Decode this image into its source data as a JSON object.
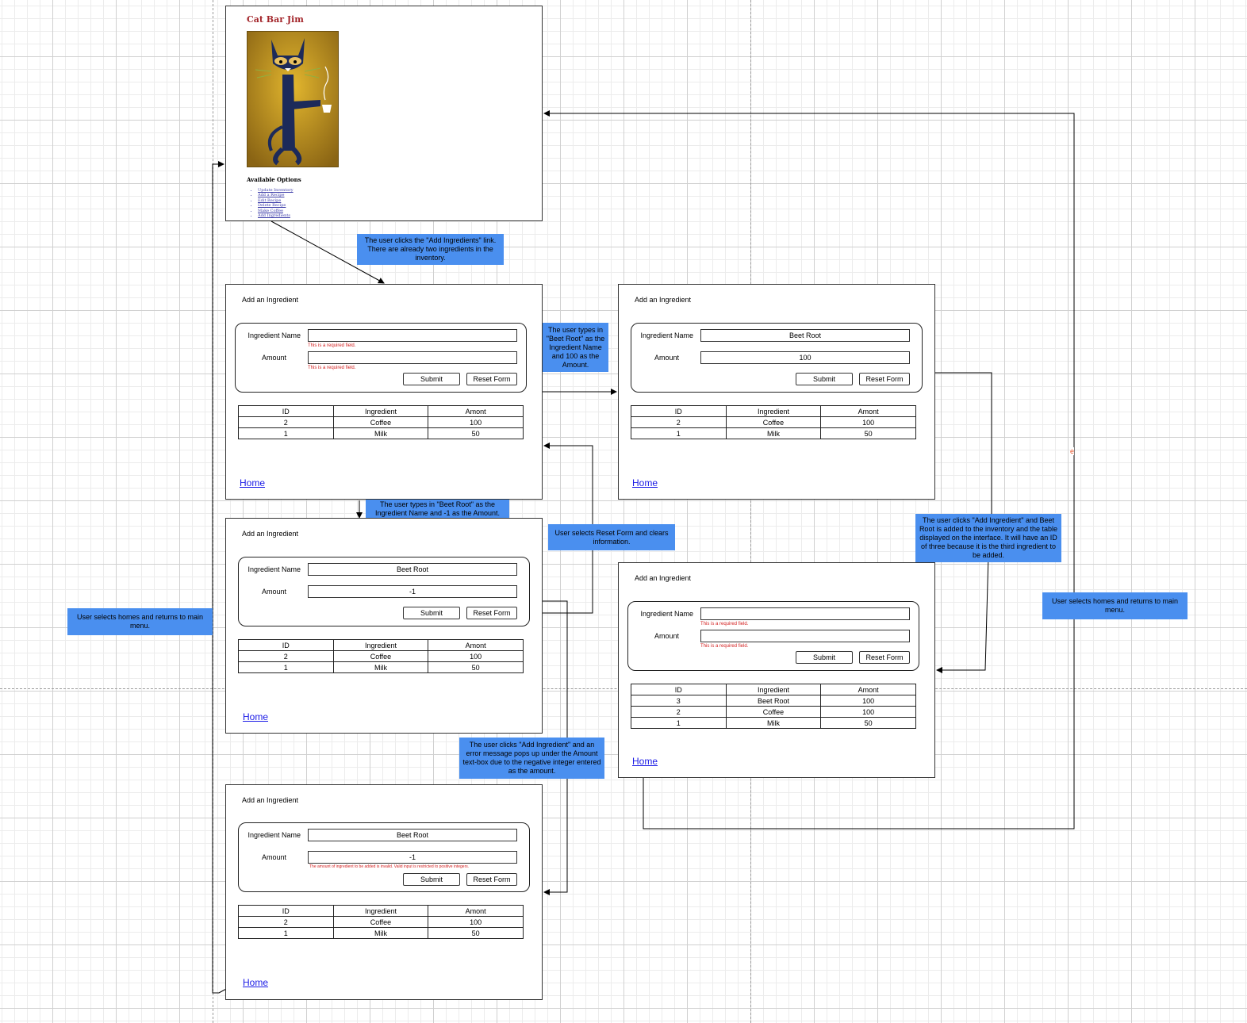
{
  "home_page": {
    "title": "Cat Bar Jim",
    "options_title": "Available Options",
    "options": [
      "Update Inventory",
      "Add a Recipe",
      "Edit Recipe",
      "Delete Recipe",
      "Make Coffee",
      "Add Ingredients"
    ]
  },
  "form_labels": {
    "title": "Add an Ingredient",
    "ingredient_name": "Ingredient Name",
    "amount": "Amount",
    "submit": "Submit",
    "reset": "Reset Form",
    "home": "Home",
    "required_error": "This is a required field.",
    "invalid_amount_error": "The amount of ingredient to be added is invalid. Valid input is restricted to positive integers."
  },
  "table_headers": [
    "ID",
    "Ingredient",
    "Amont"
  ],
  "screens": {
    "empty": {
      "name_value": "",
      "amount_value": ""
    },
    "filled": {
      "name_value": "Beet Root",
      "amount_value": "100"
    },
    "negative": {
      "name_value": "Beet Root",
      "amount_value": "-1"
    },
    "error": {
      "name_value": "Beet Root",
      "amount_value": "-1"
    },
    "added": {
      "name_value": "",
      "amount_value": ""
    }
  },
  "tables": {
    "initial": [
      [
        "2",
        "Coffee",
        "100"
      ],
      [
        "1",
        "Milk",
        "50"
      ]
    ],
    "after_add": [
      [
        "3",
        "Beet Root",
        "100"
      ],
      [
        "2",
        "Coffee",
        "100"
      ],
      [
        "1",
        "Milk",
        "50"
      ]
    ]
  },
  "notes": {
    "click_add": "The user clicks the  \"Add Ingredients\" link. There are already two ingredients in the inventory.",
    "types_100": "The user types in \"Beet Root\" as the Ingredient Name and 100 as the Amount.",
    "types_neg": "The user types in \"Beet Root\" as the Ingredient Name and -1 as the Amount.",
    "reset": "User selects Reset Form and clears information.",
    "added": "The user clicks \"Add Ingredient\" and Beet Root is added to the inventory and the table displayed on the interface. It will have an ID of three because it is the third ingredient to be added.",
    "home_left": "User selects homes and returns to main menu.",
    "home_right": "User selects homes and returns to main menu.",
    "error": "The user clicks \"Add Ingredient\" and an error message pops up under the Amount text-box due to the negative integer entered as the amount."
  },
  "edge_label": "e",
  "colors": {
    "note": "#4a8fef",
    "error_text": "#d32020",
    "link": "#1a1ae6",
    "cat_title": "#a3262b"
  }
}
